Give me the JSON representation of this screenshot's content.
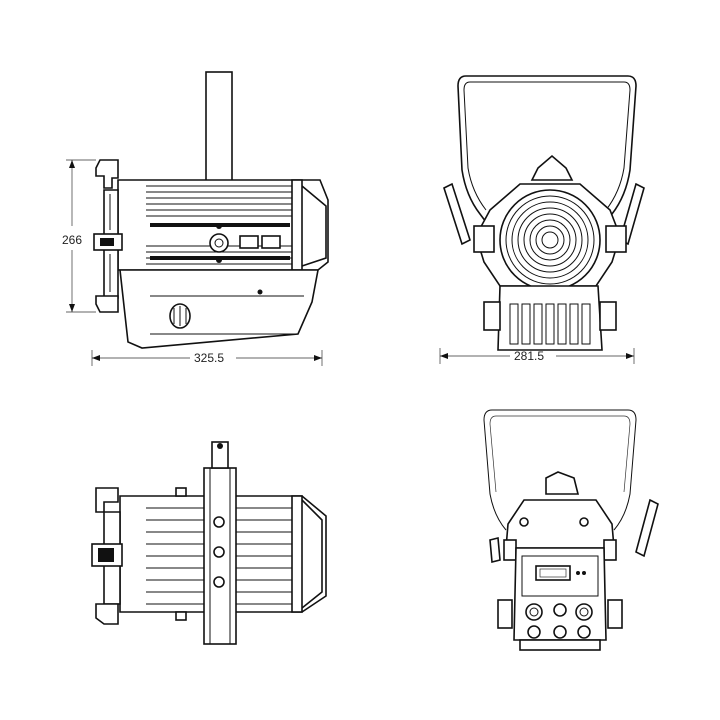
{
  "dimensions": {
    "height": "266",
    "side_length": "325.5",
    "front_width": "281.5"
  },
  "views": [
    "side",
    "front",
    "top",
    "rear"
  ],
  "colors": {
    "line": "#111111",
    "background": "#ffffff"
  }
}
